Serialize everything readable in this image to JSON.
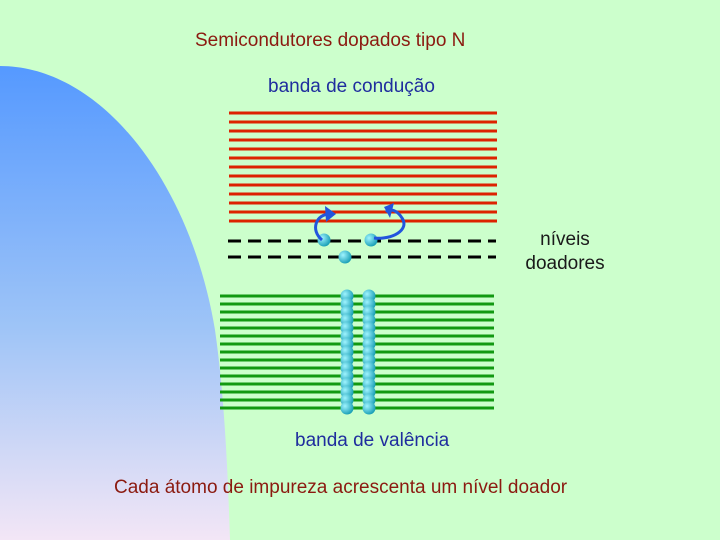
{
  "title": "Semicondutores dopados tipo N",
  "conduction_band_label": "banda de condução",
  "donor_levels_label": "níveis doadores",
  "valence_band_label": "banda de valência",
  "caption": "Cada átomo de impureza acrescenta um nível doador",
  "colors": {
    "background": "#ccffcc",
    "conduction_band": "#dd2200",
    "valence_band": "#119911",
    "donor_level": "#000000",
    "electron": "#22bbcc",
    "arrow": "#2255dd",
    "gradient_top": "#5599ff",
    "gradient_bottom": "#f0e0f5"
  },
  "icons": [
    "curved-arrow-icon",
    "electron-icon"
  ]
}
